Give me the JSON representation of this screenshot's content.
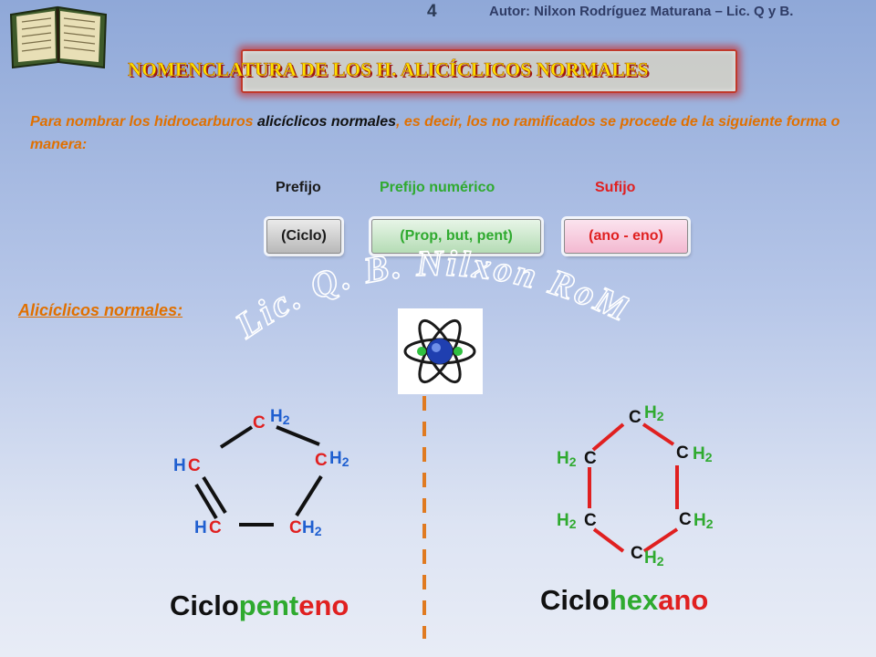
{
  "header": {
    "slide_number": "4",
    "author": "Autor: Nilxon Rodríguez Maturana – Lic. Q y B.",
    "title": "NOMENCLATURA  DE  LOS   H. ALICÍCLICOS NORMALES"
  },
  "intro": {
    "part1": "Para nombrar  los hidrocarburos ",
    "emphasis": "alicíclicos normales",
    "part2": ", es decir,  los no ramificados se procede de la siguiente forma o manera:"
  },
  "components": {
    "labels": {
      "prefijo": "Prefijo",
      "numerico": "Prefijo numérico",
      "sufijo": "Sufijo"
    },
    "boxes": {
      "prefijo": "(Ciclo)",
      "numerico": "(Prop, but, pent)",
      "sufijo": "(ano  -  eno)"
    }
  },
  "subtitle": "Alicíclicos  normales:",
  "watermark": "Lic. Q. B.  Nilxon RoMa",
  "icons": [
    "book-icon",
    "atom-icon"
  ],
  "colors": {
    "orange": "#e07000",
    "green": "#2faa2f",
    "red": "#e02020",
    "blue": "#1f5fd0",
    "title_yellow": "#ffe000"
  },
  "cyclopentene": {
    "atoms": [
      {
        "c": "C",
        "h": "H2"
      },
      {
        "c": "C",
        "h": "H2"
      },
      {
        "c": "C",
        "h": "H2"
      },
      {
        "h": "H",
        "c": "C"
      },
      {
        "h": "H",
        "c": "C"
      }
    ],
    "name": {
      "prefix": "Ciclo",
      "numeric": "pent",
      "suffix": "eno"
    }
  },
  "cyclohexane": {
    "atoms": [
      {
        "c": "C",
        "h": "H2"
      },
      {
        "c": "C",
        "h": "H2"
      },
      {
        "c": "C",
        "h": "H2"
      },
      {
        "c": "C",
        "h": "H2"
      },
      {
        "h": "H2",
        "c": "C"
      },
      {
        "h": "H2",
        "c": "C"
      }
    ],
    "name": {
      "prefix": "Ciclo",
      "numeric": "hex",
      "suffix": "ano"
    }
  }
}
